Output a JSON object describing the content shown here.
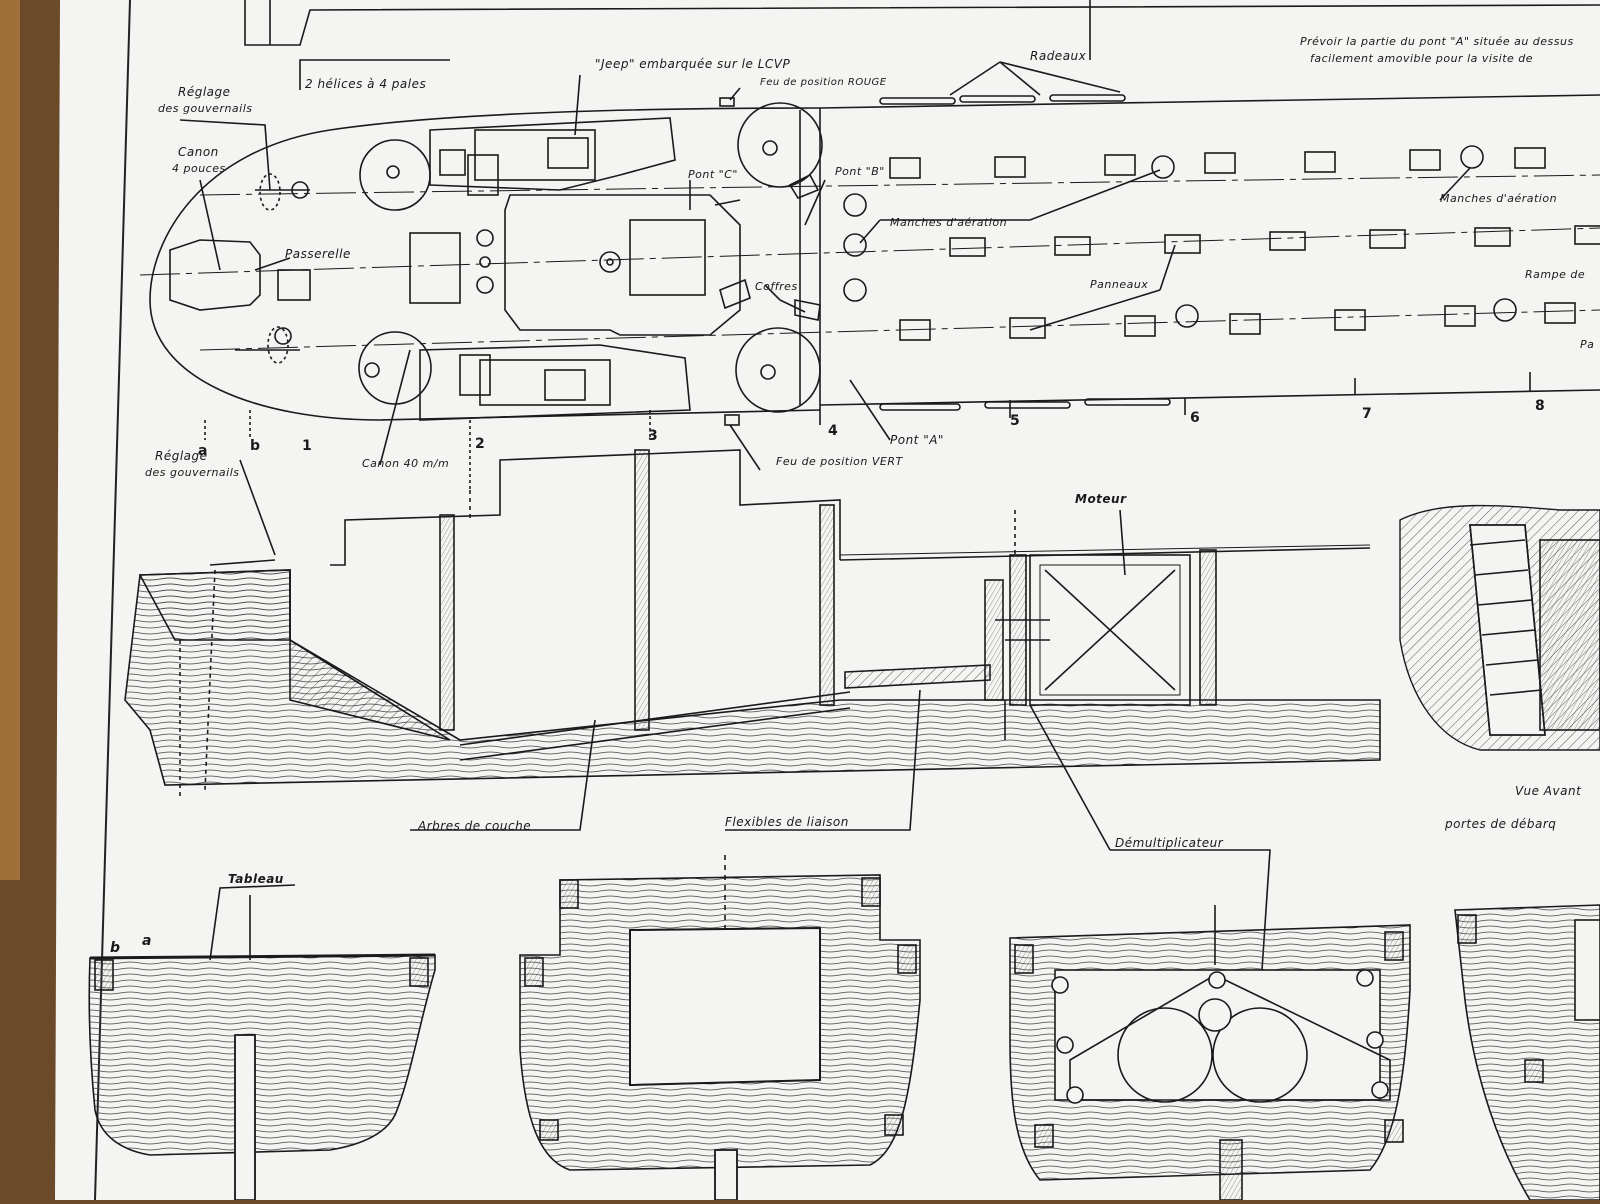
{
  "photo": {
    "background": "#6b4a2a",
    "paper": "#f4f4f2",
    "ink": "#1a1a1a",
    "wood_edge": "#a0703a"
  },
  "plan_view": {
    "helices": "2 hélices à 4 pales",
    "jeep": "\"Jeep\" embarquée sur le LCVP",
    "feu_rouge": "Feu de position ROUGE",
    "radeaux": "Radeaux",
    "note_line1": "Prévoir la partie du pont \"A\" située au dessus",
    "note_line2": "facilement amovible pour la visite de",
    "reglage": "Réglage",
    "des_gouvernails": "des gouvernails",
    "canon": "Canon",
    "canon_size": "4 pouces",
    "passerelle": "Passerelle",
    "pont_c": "Pont \"C\"",
    "pont_b": "Pont \"B\"",
    "manches_1": "Manches d'aération",
    "manches_2": "Manches d'aération",
    "panneaux": "Panneaux",
    "coffres": "Coffres",
    "rampe": "Rampe de",
    "pa_cut": "Pa",
    "canon_40": "Canon 40 m/m",
    "pont_a": "Pont \"A\"",
    "feu_vert": "Feu de position VERT",
    "stations": [
      "a",
      "b",
      "1",
      "2",
      "3",
      "4",
      "5",
      "6",
      "7",
      "8"
    ]
  },
  "profile_view": {
    "reglage": "Réglage",
    "des_gouvernails": "des gouvernails",
    "moteur": "Moteur",
    "arbres": "Arbres de couche",
    "flexibles": "Flexibles de liaison",
    "demultiplicateur": "Démultiplicateur",
    "vue_avant": "Vue Avant",
    "portes": "portes de débarq"
  },
  "sections": {
    "tableau": "Tableau",
    "b": "b",
    "a": "a"
  }
}
